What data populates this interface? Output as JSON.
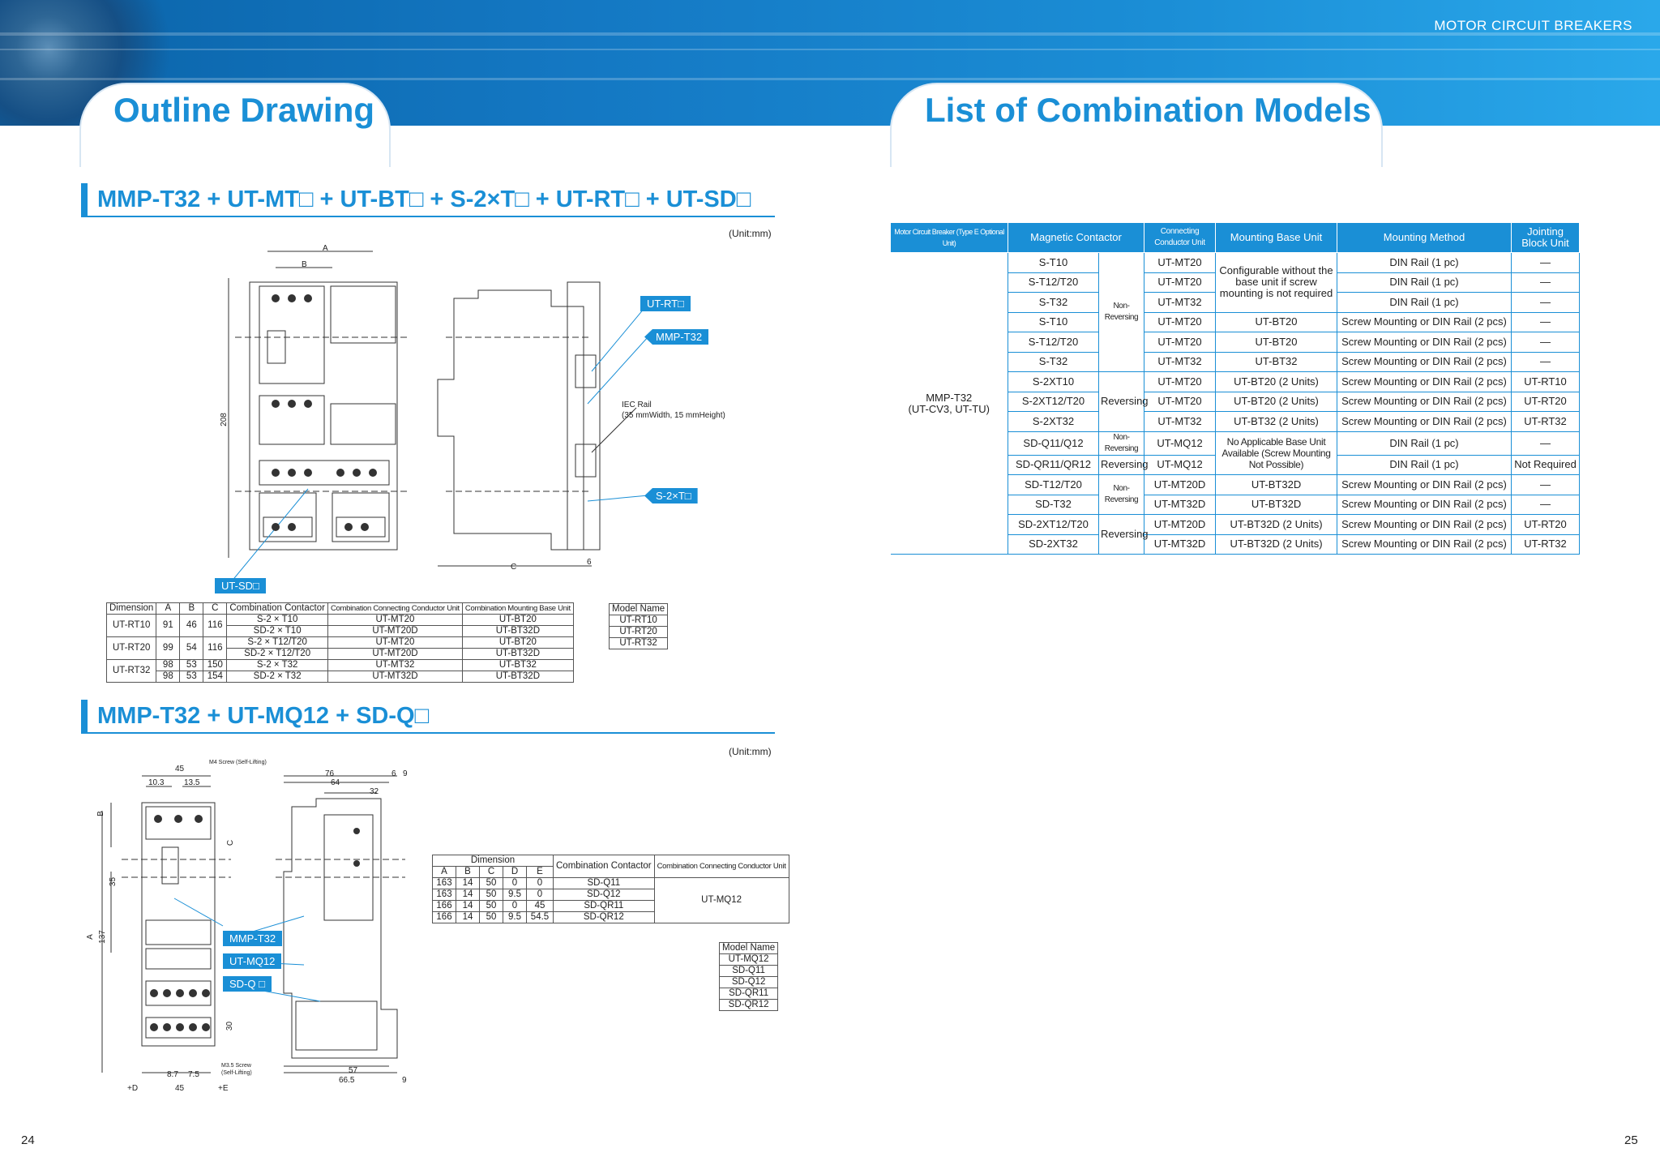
{
  "header": {
    "brand": "MOTOR CIRCUIT BREAKERS"
  },
  "left_page": {
    "title": "Outline Drawing",
    "page_number": "24",
    "section1": {
      "title": "MMP-T32 + UT-MT□ + UT-BT□ + S-2×T□ + UT-RT□ + UT-SD□",
      "unit": "(Unit:mm)",
      "callouts": {
        "ut_rt": "UT-RT□",
        "mmp": "MMP-T32",
        "s2": "S-2×T□",
        "ut_sd": "UT-SD□"
      },
      "annotations": {
        "a": "A",
        "b": "B",
        "c": "C",
        "h208": "208",
        "d6": "6",
        "iec": "IEC Rail",
        "iec2": "(35 mmWidth, 15 mmHeight)"
      },
      "dim_table": {
        "headers": [
          "Dimension",
          "A",
          "B",
          "C",
          "Combination Contactor",
          "Combination Connecting Conductor Unit",
          "Combination Mounting Base Unit"
        ],
        "groups": [
          {
            "name": "UT-RT10",
            "rows": [
              {
                "a": "91",
                "b": "46",
                "c": "116",
                "contactor": "S-2 × T10",
                "conductor": "UT-MT20",
                "base": "UT-BT20"
              },
              {
                "a": "",
                "b": "",
                "c": "",
                "contactor": "SD-2 × T10",
                "conductor": "UT-MT20D",
                "base": "UT-BT32D"
              }
            ]
          },
          {
            "name": "UT-RT20",
            "rows": [
              {
                "a": "99",
                "b": "54",
                "c": "116",
                "contactor": "S-2 × T12/T20",
                "conductor": "UT-MT20",
                "base": "UT-BT20"
              },
              {
                "a": "",
                "b": "",
                "c": "",
                "contactor": "SD-2 × T12/T20",
                "conductor": "UT-MT20D",
                "base": "UT-BT32D"
              }
            ]
          },
          {
            "name": "UT-RT32",
            "rows": [
              {
                "a": "98",
                "b": "53",
                "c": "150",
                "contactor": "S-2 × T32",
                "conductor": "UT-MT32",
                "base": "UT-BT32"
              },
              {
                "a": "98",
                "b": "53",
                "c": "154",
                "contactor": "SD-2 × T32",
                "conductor": "UT-MT32D",
                "base": "UT-BT32D"
              }
            ]
          }
        ]
      },
      "model_table": {
        "header": "Model Name",
        "rows": [
          "UT-RT10",
          "UT-RT20",
          "UT-RT32"
        ]
      }
    },
    "section2": {
      "title": "MMP-T32 + UT-MQ12 + SD-Q□",
      "unit": "(Unit:mm)",
      "callouts": {
        "mmp": "MMP-T32",
        "utmq": "UT-MQ12",
        "sdq": "SD-Q □"
      },
      "annotations": {
        "d45": "45",
        "d10_3": "10.3",
        "d13_5": "13.5",
        "m4": "M4 Screw (Self-Lifting)",
        "b": "B",
        "c": "C",
        "d35": "35",
        "a": "A",
        "d137": "137",
        "d30": "30",
        "m35": "M3.5 Screw",
        "m35b": "(Self-Lifting)",
        "d8_7": "8.7",
        "d7_5": "7.5",
        "d45b": "45",
        "pd": "+D",
        "pe": "+E",
        "d76": "76",
        "d64": "64",
        "d32": "32",
        "d6": "6",
        "d9": "9",
        "d57": "57",
        "d66_5": "66.5",
        "d9b": "9"
      },
      "dim_table": {
        "group_header": "Dimension",
        "headers": [
          "A",
          "B",
          "C",
          "D",
          "E"
        ],
        "contactor_header": "Combination Contactor",
        "conductor_header": "Combination Connecting Conductor Unit",
        "conductor_value": "UT-MQ12",
        "rows": [
          {
            "a": "163",
            "b": "14",
            "c": "50",
            "d": "0",
            "e": "0",
            "contactor": "SD-Q11"
          },
          {
            "a": "163",
            "b": "14",
            "c": "50",
            "d": "9.5",
            "e": "0",
            "contactor": "SD-Q12"
          },
          {
            "a": "166",
            "b": "14",
            "c": "50",
            "d": "0",
            "e": "45",
            "contactor": "SD-QR11"
          },
          {
            "a": "166",
            "b": "14",
            "c": "50",
            "d": "9.5",
            "e": "54.5",
            "contactor": "SD-QR12"
          }
        ]
      },
      "model_table": {
        "header": "Model Name",
        "rows": [
          "UT-MQ12",
          "SD-Q11",
          "SD-Q12",
          "SD-QR11",
          "SD-QR12"
        ]
      }
    }
  },
  "right_page": {
    "title": "List of Combination Models",
    "page_number": "25",
    "table": {
      "headers": [
        "Motor Circuit Breaker (Type E Optional Unit)",
        "Magnetic Contactor",
        "",
        "Connecting Conductor Unit",
        "Mounting Base Unit",
        "Mounting Method",
        "Jointing Block Unit"
      ],
      "breaker": "MMP-T32",
      "breaker_sub": "(UT-CV3, UT-TU)",
      "base_note": "Configurable without the base unit if screw mounting is not required",
      "mq_base_note": "No Applicable Base Unit Available (Screw Mounting Not Possible)",
      "type_labels": {
        "nonrev": "Non-Reversing",
        "rev": "Reversing"
      },
      "rows": [
        {
          "contactor": "S-T10",
          "conductor": "UT-MT20",
          "method": "DIN Rail (1 pc)",
          "joint": "—"
        },
        {
          "contactor": "S-T12/T20",
          "conductor": "UT-MT20",
          "method": "DIN Rail (1 pc)",
          "joint": "—"
        },
        {
          "contactor": "S-T32",
          "conductor": "UT-MT32",
          "method": "DIN Rail (1 pc)",
          "joint": "—"
        },
        {
          "contactor": "S-T10",
          "conductor": "UT-MT20",
          "base": "UT-BT20",
          "method": "Screw Mounting or DIN Rail (2 pcs)",
          "joint": "—"
        },
        {
          "contactor": "S-T12/T20",
          "conductor": "UT-MT20",
          "base": "UT-BT20",
          "method": "Screw Mounting or DIN Rail (2 pcs)",
          "joint": "—"
        },
        {
          "contactor": "S-T32",
          "conductor": "UT-MT32",
          "base": "UT-BT32",
          "method": "Screw Mounting or DIN Rail (2 pcs)",
          "joint": "—"
        },
        {
          "contactor": "S-2XT10",
          "conductor": "UT-MT20",
          "base": "UT-BT20 (2 Units)",
          "method": "Screw Mounting or DIN Rail (2 pcs)",
          "joint": "UT-RT10"
        },
        {
          "contactor": "S-2XT12/T20",
          "conductor": "UT-MT20",
          "base": "UT-BT20 (2 Units)",
          "method": "Screw Mounting or DIN Rail (2 pcs)",
          "joint": "UT-RT20"
        },
        {
          "contactor": "S-2XT32",
          "conductor": "UT-MT32",
          "base": "UT-BT32 (2 Units)",
          "method": "Screw Mounting or DIN Rail (2 pcs)",
          "joint": "UT-RT32"
        },
        {
          "contactor": "SD-Q11/Q12",
          "conductor": "UT-MQ12",
          "method": "DIN Rail (1 pc)",
          "joint": "—"
        },
        {
          "contactor": "SD-QR11/QR12",
          "conductor": "UT-MQ12",
          "method": "DIN Rail (1 pc)",
          "joint": "Not Required"
        },
        {
          "contactor": "SD-T12/T20",
          "conductor": "UT-MT20D",
          "base": "UT-BT32D",
          "method": "Screw Mounting or DIN Rail (2 pcs)",
          "joint": "—"
        },
        {
          "contactor": "SD-T32",
          "conductor": "UT-MT32D",
          "base": "UT-BT32D",
          "method": "Screw Mounting or DIN Rail (2 pcs)",
          "joint": "—"
        },
        {
          "contactor": "SD-2XT12/T20",
          "conductor": "UT-MT20D",
          "base": "UT-BT32D (2 Units)",
          "method": "Screw Mounting or DIN Rail (2 pcs)",
          "joint": "UT-RT20"
        },
        {
          "contactor": "SD-2XT32",
          "conductor": "UT-MT32D",
          "base": "UT-BT32D (2 Units)",
          "method": "Screw Mounting or DIN Rail (2 pcs)",
          "joint": "UT-RT32"
        }
      ]
    }
  },
  "colors": {
    "accent": "#1a8fd6",
    "header_dark": "#0a63a8"
  }
}
